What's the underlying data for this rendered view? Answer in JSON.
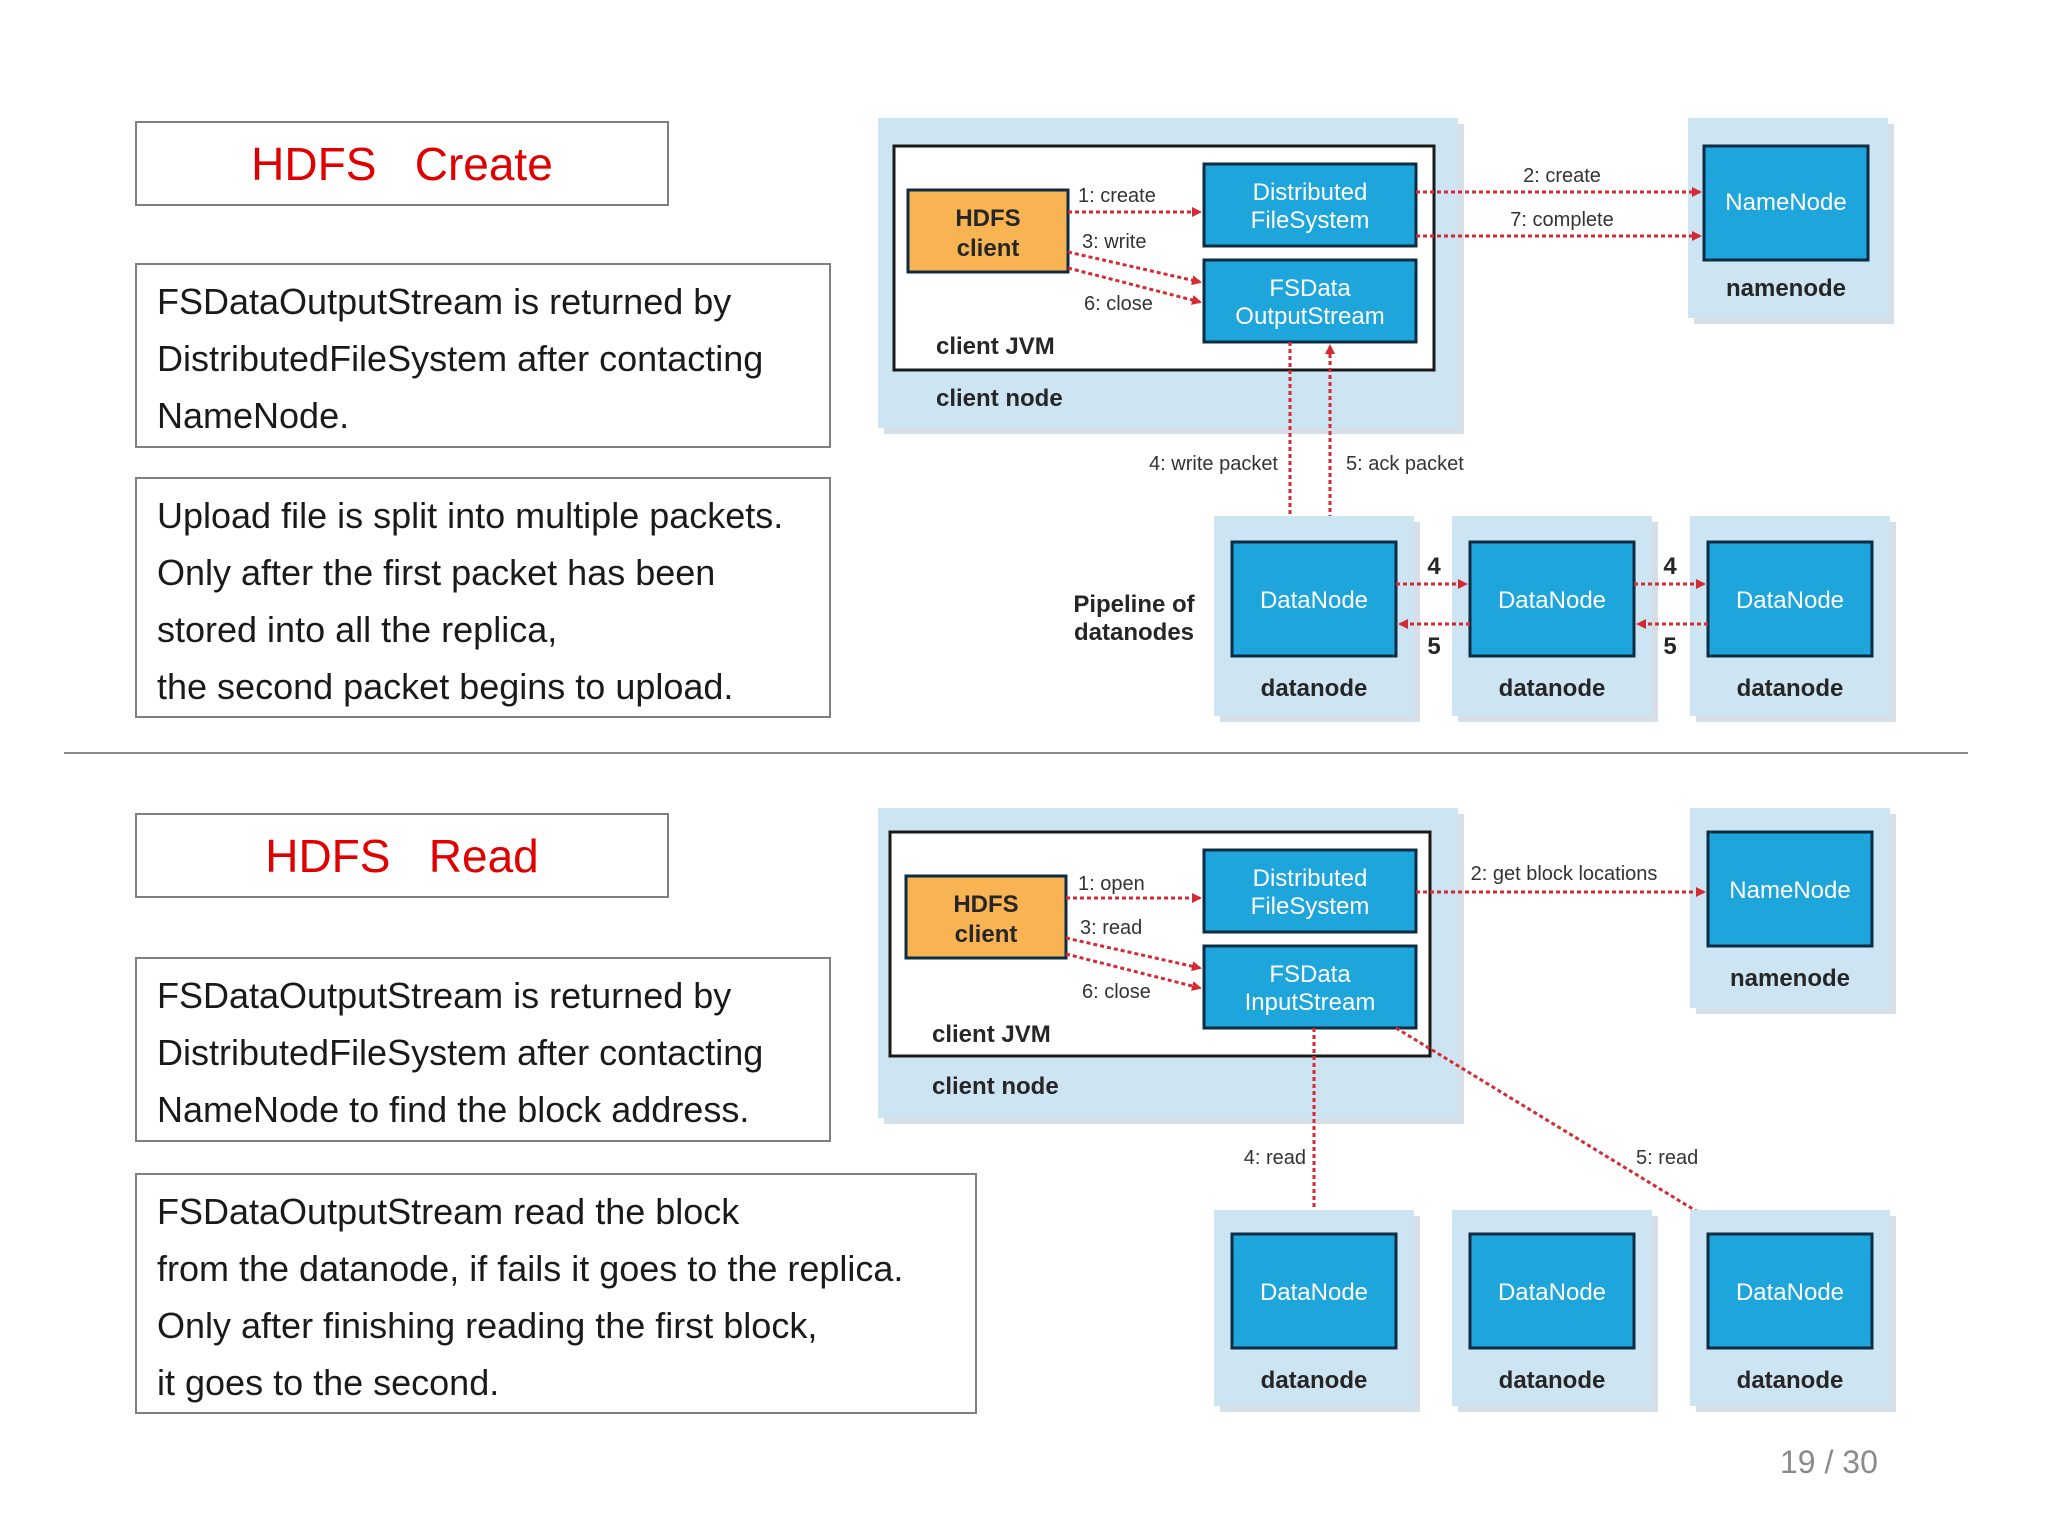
{
  "create_section": {
    "title": "HDFS   Create",
    "box1_lines": [
      "FSDataOutputStream is returned by",
      "DistributedFileSystem after contacting",
      "NameNode."
    ],
    "box2_lines": [
      "Upload file is split into multiple packets.",
      "Only after the first packet has been",
      "stored into all the replica,",
      "the second packet begins to upload."
    ],
    "diagram": {
      "hdfs_client": [
        "HDFS",
        "client"
      ],
      "dfs": [
        "Distributed",
        "FileSystem"
      ],
      "stream": [
        "FSData",
        "OutputStream"
      ],
      "client_jvm": "client JVM",
      "client_node": "client node",
      "namenode_box": "NameNode",
      "namenode_label": "namenode",
      "step_1": "1: create",
      "step_3": "3: write",
      "step_6": "6: close",
      "step_2": "2: create",
      "step_7": "7: complete",
      "step_4": "4: write packet",
      "step_5": "5: ack packet",
      "pipeline": [
        "Pipeline of",
        "datanodes"
      ],
      "datanode_box": "DataNode",
      "datanode_label": "datanode",
      "pipe_4": "4",
      "pipe_5": "5"
    }
  },
  "read_section": {
    "title": "HDFS   Read",
    "box1_lines": [
      "FSDataOutputStream is returned by",
      "DistributedFileSystem after contacting",
      "NameNode to find the block address."
    ],
    "box2_lines": [
      "FSDataOutputStream read the block",
      "from the datanode, if fails it goes to the replica.",
      "Only after finishing reading the first block,",
      "it goes to the second."
    ],
    "diagram": {
      "hdfs_client": [
        "HDFS",
        "client"
      ],
      "dfs": [
        "Distributed",
        "FileSystem"
      ],
      "stream": [
        "FSData",
        "InputStream"
      ],
      "client_jvm": "client JVM",
      "client_node": "client node",
      "namenode_box": "NameNode",
      "namenode_label": "namenode",
      "step_1": "1: open",
      "step_3": "3: read",
      "step_6": "6: close",
      "step_2": "2: get block locations",
      "step_4": "4: read",
      "step_5": "5: read",
      "datanode_box": "DataNode",
      "datanode_label": "datanode"
    }
  },
  "page": {
    "number": "19 / 30"
  },
  "colors": {
    "title": "#e00000",
    "node": "#1ea5dc",
    "client": "#f8b453",
    "panel": "#cde4f2",
    "arrow": "#d42a33"
  }
}
